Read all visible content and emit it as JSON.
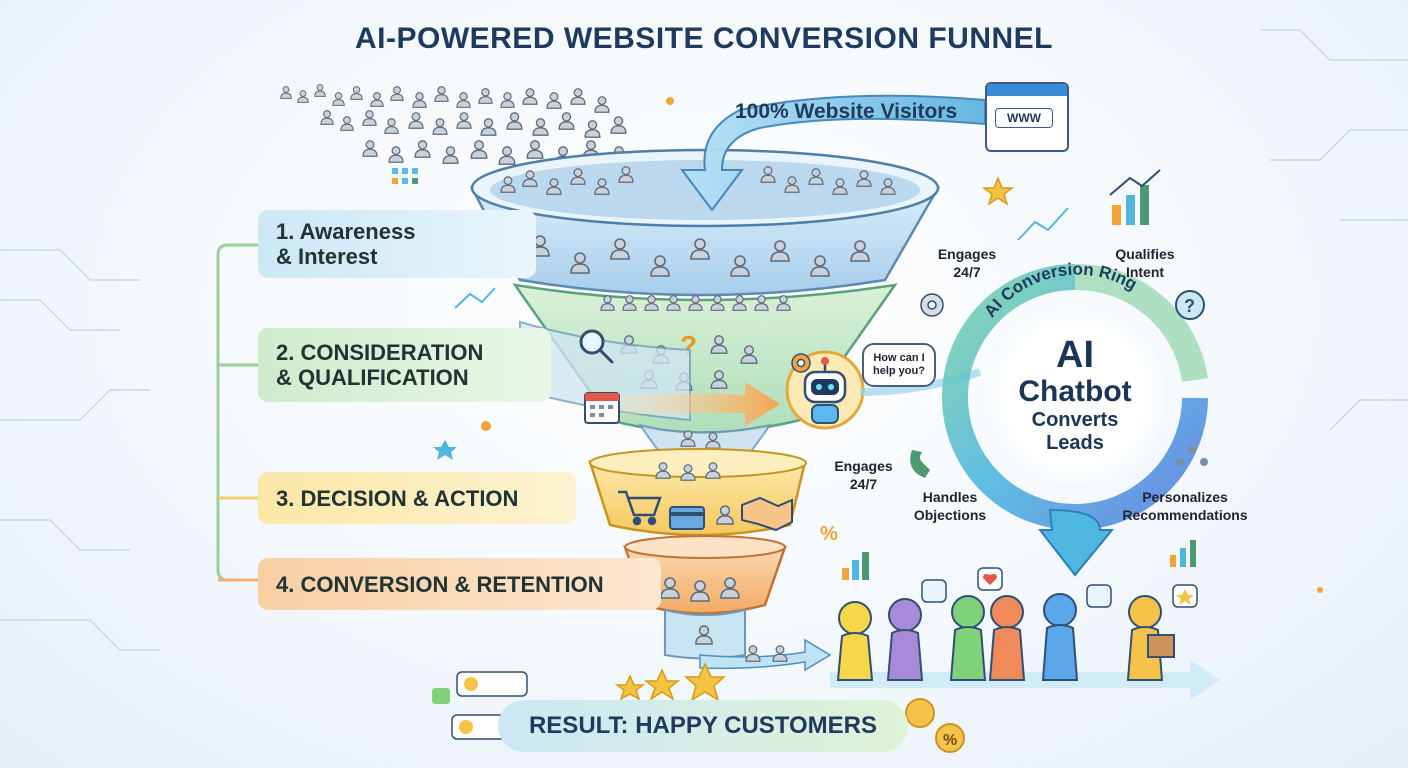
{
  "title": "AI-POWERED WEBSITE CONVERSION FUNNEL",
  "visitors": {
    "label": "100% Website Visitors",
    "www": "WWW"
  },
  "stages": [
    {
      "line1": "1. Awareness",
      "line2": "& Interest"
    },
    {
      "line1": "2. CONSIDERATION",
      "line2": "& QUALIFICATION"
    },
    {
      "line1": "3. DECISION & ACTION",
      "line2": ""
    },
    {
      "line1": "4. CONVERSION & RETENTION",
      "line2": ""
    }
  ],
  "chatbot": {
    "bubble_line1": "How can I",
    "bubble_line2": "help you?",
    "ring_label": "AI Conversion Ring",
    "core_line1": "AI",
    "core_line2": "Chatbot",
    "core_line3": "Converts",
    "core_line4": "Leads"
  },
  "ring_labels": {
    "engages_top_1": "Engages",
    "engages_top_2": "24/7",
    "qualifies_1": "Qualifies",
    "qualifies_2": "Intent",
    "engages_bottom_1": "Engages",
    "engages_bottom_2": "24/7",
    "handles_1": "Handles",
    "handles_2": "Objections",
    "personalizes_1": "Personalizes",
    "personalizes_2": "Recommendations"
  },
  "result": {
    "label": "RESULT: HAPPY CUSTOMERS"
  },
  "colors": {
    "title": "#1f3a5f",
    "stage1": "#cbe8f5",
    "stage2": "#cdeccc",
    "stage3": "#fbe7a6",
    "stage4": "#f8cfa3",
    "ring": "#4fb6e0",
    "accent_orange": "#f5a623"
  },
  "icons": [
    "person-icon",
    "www-browser-icon",
    "cursor-icon",
    "magnifier-icon",
    "question-icon",
    "calendar-icon",
    "robot-icon",
    "gear-icon",
    "cart-icon",
    "card-icon",
    "handshake-icon",
    "star-icon",
    "thumbs-up-icon",
    "heart-icon",
    "chart-icon",
    "percent-icon",
    "phone-icon",
    "customer-figure-icon",
    "review-card-icon"
  ]
}
